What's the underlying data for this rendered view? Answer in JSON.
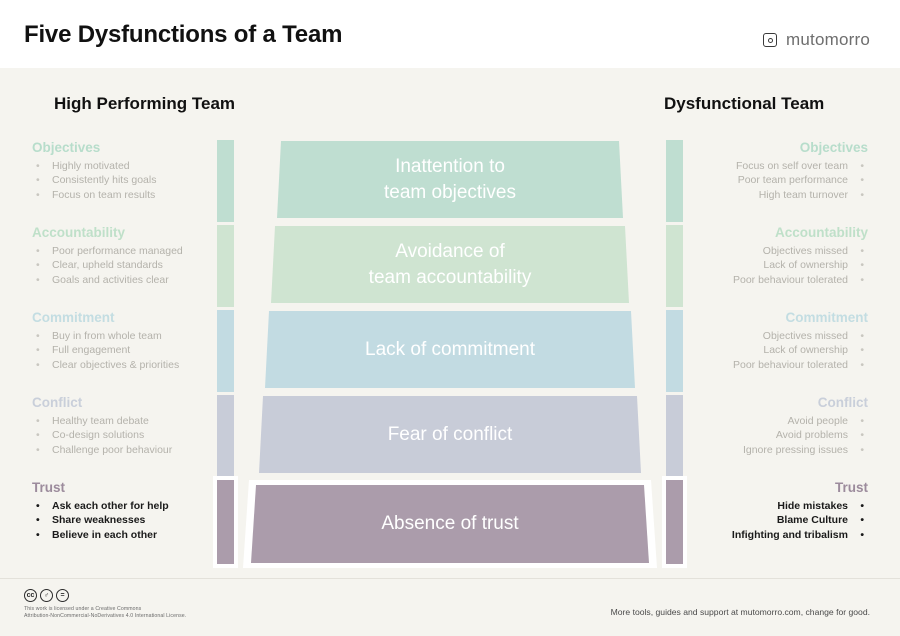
{
  "header": {
    "title": "Five Dysfunctions of a Team",
    "brand_name": "mutomorro",
    "brand_icon": "mutomorro-logo-icon"
  },
  "columns": {
    "left_heading": "High Performing Team",
    "right_heading": "Dysfunctional Team"
  },
  "palette": {
    "background": "#f5f4ef",
    "header_background": "#ffffff",
    "layer_1": "#bfded1",
    "layer_2": "#cfe4d1",
    "layer_3": "#c2dbe2",
    "layer_4": "#c8ccd8",
    "layer_5": "#ab9cab",
    "title_1": "#b7ddcb",
    "title_2": "#bfe0c9",
    "title_3": "#c3dde2",
    "title_4": "#c9cfda",
    "title_5": "#9c8b9c",
    "muted_text": "#b4b2ab",
    "highlight_text": "#1a1a1a"
  },
  "rows": [
    {
      "id": "objectives",
      "layer_label": "Inattention to\nteam objectives",
      "layer_line_1": "Inattention to",
      "layer_line_2": "team objectives",
      "layer_color": "#bfded1",
      "title_color": "#b7ddcb",
      "highlighted": false,
      "left": {
        "title": "Objectives",
        "items": [
          "Highly motivated",
          "Consistently hits goals",
          "Focus on team results"
        ]
      },
      "right": {
        "title": "Objectives",
        "items": [
          "Focus on self over team",
          "Poor team performance",
          "High team turnover"
        ]
      }
    },
    {
      "id": "accountability",
      "layer_label": "Avoidance of\nteam accountability",
      "layer_line_1": "Avoidance of",
      "layer_line_2": "team accountability",
      "layer_color": "#cfe4d1",
      "title_color": "#bfe0c9",
      "highlighted": false,
      "left": {
        "title": "Accountability",
        "items": [
          "Poor performance managed",
          "Clear, upheld standards",
          "Goals and activities clear"
        ]
      },
      "right": {
        "title": "Accountability",
        "items": [
          "Objectives missed",
          "Lack of ownership",
          "Poor behaviour tolerated"
        ]
      }
    },
    {
      "id": "commitment",
      "layer_label": "Lack of commitment",
      "layer_line_1": "Lack of commitment",
      "layer_line_2": "",
      "layer_color": "#c2dbe2",
      "title_color": "#c3dde2",
      "highlighted": false,
      "left": {
        "title": "Commitment",
        "items": [
          "Buy in from whole team",
          "Full engagement",
          "Clear objectives & priorities"
        ]
      },
      "right": {
        "title": "Commitment",
        "items": [
          "Objectives missed",
          "Lack of ownership",
          "Poor behaviour tolerated"
        ]
      }
    },
    {
      "id": "conflict",
      "layer_label": "Fear of conflict",
      "layer_line_1": "Fear of conflict",
      "layer_line_2": "",
      "layer_color": "#c8ccd8",
      "title_color": "#c9cfda",
      "highlighted": false,
      "left": {
        "title": "Conflict",
        "items": [
          "Healthy team debate",
          "Co-design solutions",
          "Challenge poor behaviour"
        ]
      },
      "right": {
        "title": "Conflict",
        "items": [
          "Avoid people",
          "Avoid problems",
          "Ignore pressing issues"
        ]
      }
    },
    {
      "id": "trust",
      "layer_label": "Absence of trust",
      "layer_line_1": "Absence of trust",
      "layer_line_2": "",
      "layer_color": "#ab9cab",
      "title_color": "#9c8b9c",
      "highlighted": true,
      "left": {
        "title": "Trust",
        "items": [
          "Ask each other for help",
          "Share weaknesses",
          "Believe in each other"
        ]
      },
      "right": {
        "title": "Trust",
        "items": [
          "Hide mistakes",
          "Blame Culture",
          "Infighting and tribalism"
        ]
      }
    }
  ],
  "footer": {
    "cc_badges": [
      "cc-icon",
      "by-icon",
      "nd-icon"
    ],
    "license_line_1": "This work is licensed under a Creative Commons",
    "license_line_2": "Attribution-NonCommercial-NoDerivatives 4.0 International License.",
    "right_text": "More tools, guides and support at mutomorro.com, change for good."
  },
  "bullet_glyph": "•"
}
